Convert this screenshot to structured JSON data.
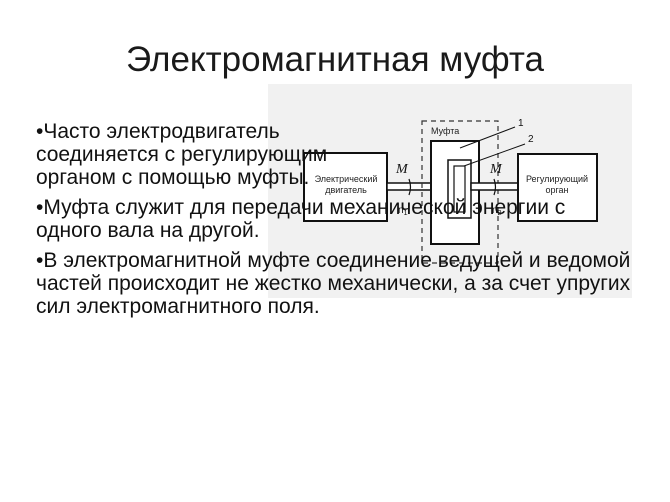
{
  "slide": {
    "title": "Электромагнитная муфта"
  },
  "diagram": {
    "motor_label_1": "Электрический",
    "motor_label_2": "двигатель",
    "clutch_label": "Муфта",
    "regulator_label_1": "Регулирующий",
    "regulator_label_2": "орган",
    "torque_left": "M",
    "torque_right": "M",
    "speed_left": "n",
    "speed_left_sub": "1",
    "speed_right": "n",
    "speed_right_sub": "2",
    "callout_1": "1",
    "callout_2": "2"
  },
  "bullets": [
    {
      "mark": "•",
      "text": "Часто электродвигатель соединяется с регулирующим органом с помощью муфты."
    },
    {
      "mark": "•",
      "text": "Муфта служит для передачи механической энергии с одного вала на другой."
    },
    {
      "mark": "•",
      "text": "В электромагнитной муфте соединение ведущей и ведомой частей происходит не жестко механически, а за счет упругих сил электромагнитного поля."
    }
  ]
}
